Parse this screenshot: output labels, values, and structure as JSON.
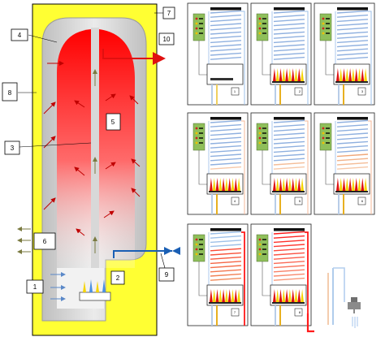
{
  "diagram": {
    "callouts": [
      "1",
      "2",
      "3",
      "4",
      "5",
      "6",
      "7",
      "8",
      "9",
      "10"
    ],
    "panels": [
      {
        "label": "1",
        "state": 0
      },
      {
        "label": "2",
        "state": 1
      },
      {
        "label": "3",
        "state": 2
      },
      {
        "label": "4",
        "state": 3
      },
      {
        "label": "5",
        "state": 4
      },
      {
        "label": "6",
        "state": 5
      },
      {
        "label": "7",
        "state": 6
      },
      {
        "label": "8",
        "state": 7
      }
    ]
  },
  "colors": {
    "insulation": "#ffff33",
    "hot": "#ff1a1a",
    "cold_pipe": "#1a5fb4",
    "flame_red": "#e01010",
    "flame_yellow": "#f5d400",
    "tap_gray": "#8a8a8a"
  }
}
